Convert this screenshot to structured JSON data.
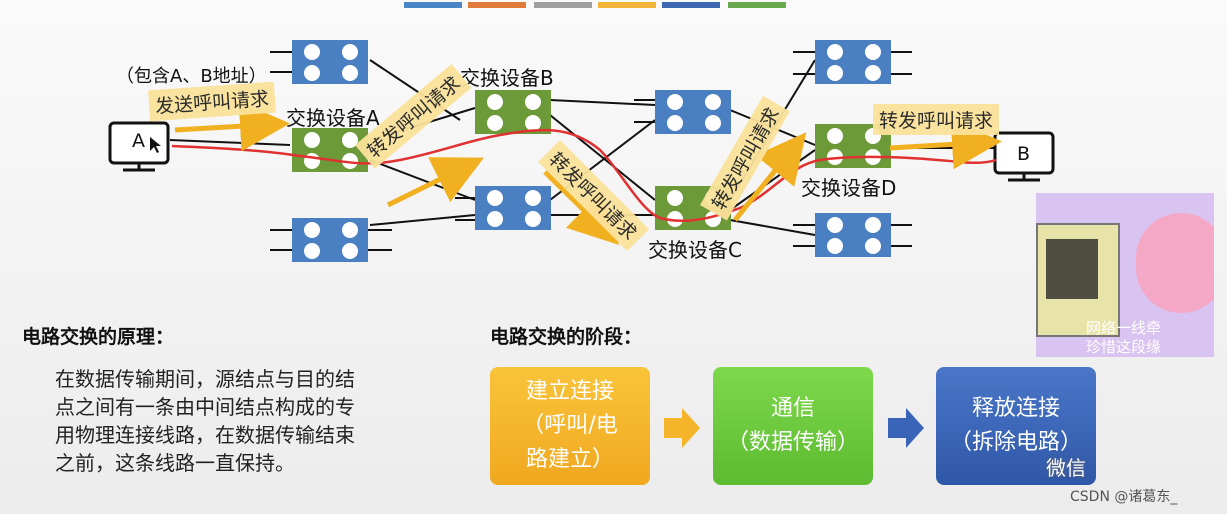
{
  "diagram": {
    "host_a": "A",
    "host_b": "B",
    "address_note": "（包含A、B地址）",
    "send_request": "发送呼叫请求",
    "forward_request": "转发呼叫请求",
    "switch_a": "交换设备A",
    "switch_b": "交换设备B",
    "switch_c": "交换设备C",
    "switch_d": "交换设备D"
  },
  "principle": {
    "heading": "电路交换的原理：",
    "body_lines": [
      "在数据传输期间，源结点与目的结",
      "点之间有一条由中间结点构成的专",
      "用物理连接线路，在数据传输结束",
      "之前，这条线路一直保持。"
    ]
  },
  "stages": {
    "heading": "电路交换的阶段：",
    "items": [
      {
        "lines": [
          "建立连接",
          "（呼叫/电",
          "路建立）"
        ],
        "color": "#f5b52a"
      },
      {
        "lines": [
          "通信",
          "（数据传输）"
        ],
        "color": "#6cc93a"
      },
      {
        "lines": [
          "释放连接",
          "（拆除电路）"
        ],
        "color": "#3a64b8"
      }
    ]
  },
  "watermark": {
    "thumb_text": [
      "网络一线牵",
      "珍惜这段缘"
    ],
    "wechat": "微信",
    "csdn": "CSDN @诸葛东_"
  },
  "colors": {
    "switch_green": "#6d9a38",
    "switch_blue": "#4a7fc1",
    "circuit_red": "#e03030",
    "arrow_orange": "#f5b52a"
  }
}
